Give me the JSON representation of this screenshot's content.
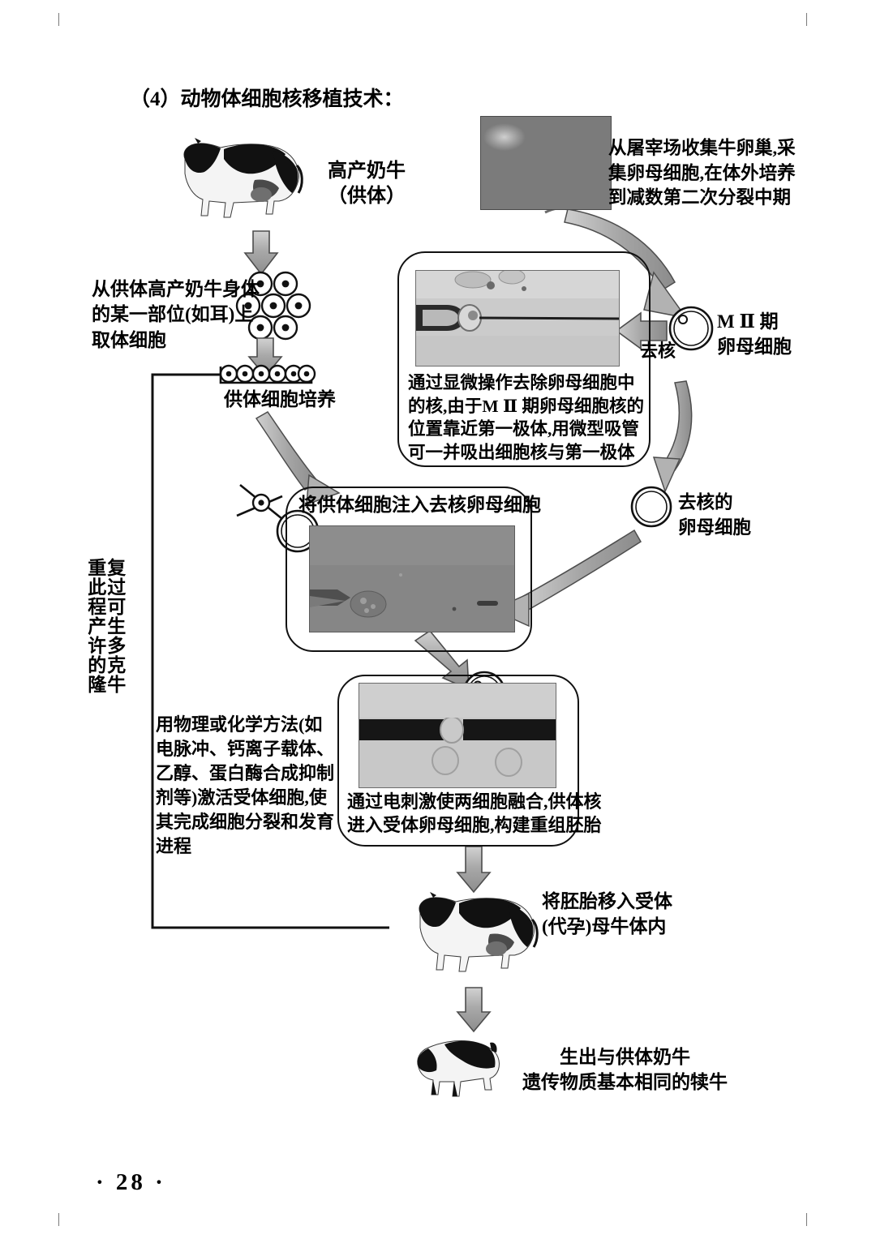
{
  "page": {
    "number": "· 28 ·",
    "heading": "（4）动物体细胞核移植技术："
  },
  "labels": {
    "donor_cow": "高产奶牛\n（供体）",
    "collect_ovary": "从屠宰场收集牛卵巢,采\n集卵母细胞,在体外培养\n到减数第二次分裂中期",
    "take_somatic_cell": "从供体高产奶牛身体\n的某一部位(如耳)上\n取体细胞",
    "donor_cell_culture": "供体细胞培养",
    "mii_oocyte": "M Ⅱ 期\n卵母细胞",
    "enucleate": "去核",
    "enucleate_box": "通过显微操作去除卵母细胞中\n的核,由于M Ⅱ 期卵母细胞核的\n位置靠近第一极体,用微型吸管\n可一并吸出细胞核与第一极体",
    "enucleated_oocyte": "去核的\n卵母细胞",
    "inject_title": "将供体细胞注入去核卵母细胞",
    "repeat_vertical_right": "重复此过程\n许多的克隆牛",
    "repeat_vertical_col1": "重此程产许的隆",
    "repeat_vertical_col2": "复过可生多克牛",
    "activate_text": "用物理或化学方法(如\n电脉冲、钙离子载体、\n乙醇、蛋白酶合成抑制\n剂等)激活受体细胞,使\n其完成细胞分裂和发育\n进程",
    "fusion_box": "通过电刺激使两细胞融合,供体核\n进入受体卵母细胞,构建重组胚胎",
    "transfer_embryo": "将胚胎移入受体\n(代孕)母牛体内",
    "calf_born": "生出与供体奶牛\n遗传物质基本相同的犊牛"
  },
  "icons": {
    "cow": "cow-icon",
    "calf": "calf-icon",
    "somatic_cells": "somatic-cell-cluster-icon",
    "cell_culture_dish": "cell-culture-dish-icon",
    "oocyte": "oocyte-icon",
    "enucleated_oocyte": "enucleated-oocyte-icon",
    "pipette": "micro-pipette-icon",
    "block_arrow": "block-arrow-icon",
    "curved_arrow": "curved-arrow-icon"
  },
  "colors": {
    "ink": "#111111",
    "arrow_fill": "#a8a8a8",
    "arrow_stroke": "#4d4d4d",
    "paper": "#ffffff"
  }
}
